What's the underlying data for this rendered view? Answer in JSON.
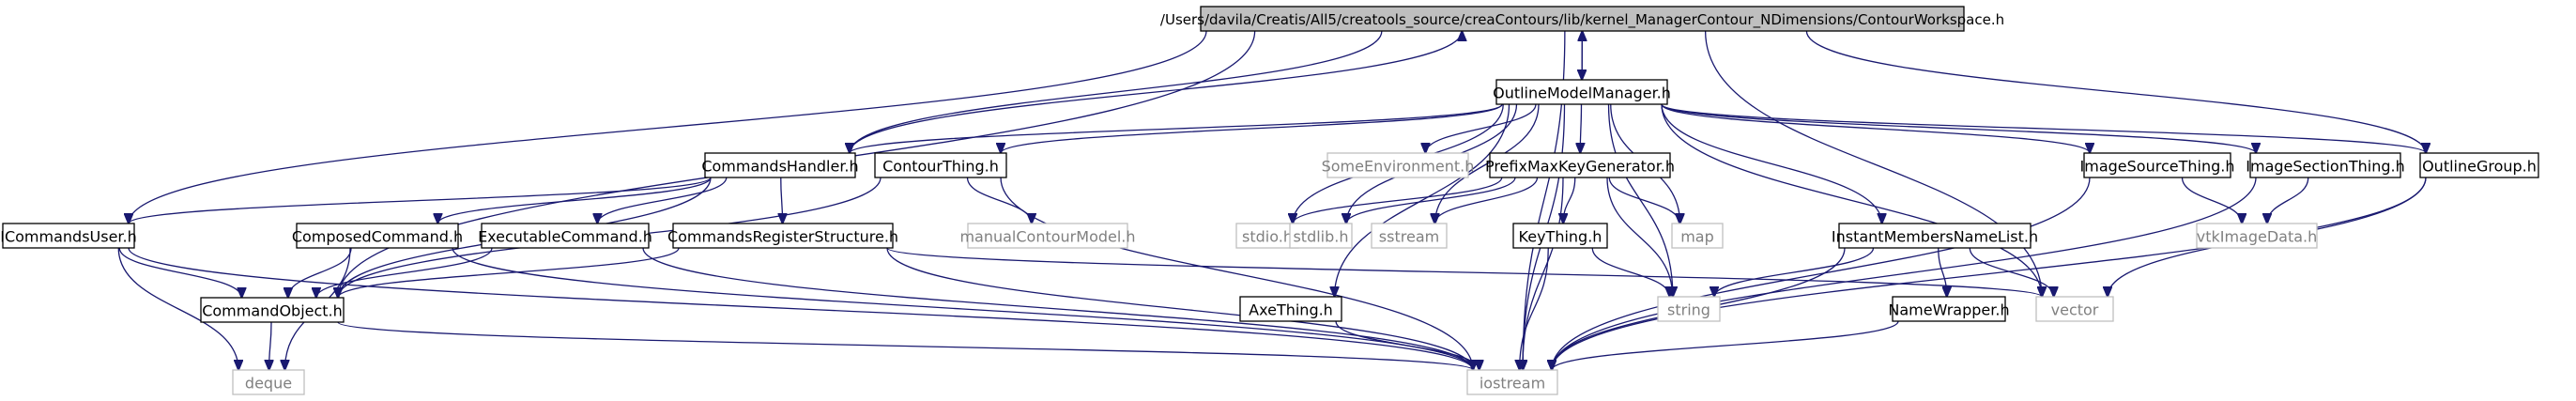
{
  "diagram": {
    "colors": {
      "edge": "#191970",
      "node_border": "#000000",
      "external_border": "#bfbfbf",
      "external_text": "#808080",
      "root_fill": "#bfbfbf",
      "text": "#000000"
    },
    "nodes": [
      {
        "id": "root",
        "label": "/Users/davila/Creatis/All5/creatools_source/creaContours/lib/kernel_ManagerContour_NDimensions/ContourWorkspace.h",
        "kind": "root"
      },
      {
        "id": "icommandsuser",
        "label": "ICommandsUser.h",
        "kind": "local"
      },
      {
        "id": "deque",
        "label": "deque",
        "kind": "external"
      },
      {
        "id": "iostream",
        "label": "iostream",
        "kind": "external"
      },
      {
        "id": "commandobject",
        "label": "CommandObject.h",
        "kind": "local"
      },
      {
        "id": "commandshandler",
        "label": "CommandsHandler.h",
        "kind": "local"
      },
      {
        "id": "contourthing",
        "label": "ContourThing.h",
        "kind": "local"
      },
      {
        "id": "manualcontourmodel",
        "label": "manualContourModel.h",
        "kind": "external"
      },
      {
        "id": "composedcommand",
        "label": "ComposedCommand.h",
        "kind": "local"
      },
      {
        "id": "executablecommand",
        "label": "ExecutableCommand.h",
        "kind": "local"
      },
      {
        "id": "commandsregister",
        "label": "CommandsRegisterStructure.h",
        "kind": "local"
      },
      {
        "id": "outlinemodelmanager",
        "label": "OutlineModelManager.h",
        "kind": "local"
      },
      {
        "id": "someenvironment",
        "label": "SomeEnvironment.h",
        "kind": "external"
      },
      {
        "id": "stdio",
        "label": "stdio.h",
        "kind": "external"
      },
      {
        "id": "stdlib",
        "label": "stdlib.h",
        "kind": "external"
      },
      {
        "id": "sstream",
        "label": "sstream",
        "kind": "external"
      },
      {
        "id": "prefixmax",
        "label": "PrefixMaxKeyGenerator.h",
        "kind": "local"
      },
      {
        "id": "map",
        "label": "map",
        "kind": "external"
      },
      {
        "id": "keything",
        "label": "KeyThing.h",
        "kind": "local"
      },
      {
        "id": "string",
        "label": "string",
        "kind": "external"
      },
      {
        "id": "axething",
        "label": "AxeThing.h",
        "kind": "local"
      },
      {
        "id": "instantmembers",
        "label": "InstantMembersNameList.h",
        "kind": "local"
      },
      {
        "id": "namewrapper",
        "label": "NameWrapper.h",
        "kind": "local"
      },
      {
        "id": "vector",
        "label": "vector",
        "kind": "external"
      },
      {
        "id": "imagesourcething",
        "label": "ImageSourceThing.h",
        "kind": "local"
      },
      {
        "id": "imagesectionthing",
        "label": "ImageSectionThing.h",
        "kind": "local"
      },
      {
        "id": "vtkimagedata",
        "label": "vtkImageData.h",
        "kind": "external"
      },
      {
        "id": "outlinegroup",
        "label": "OutlineGroup.h",
        "kind": "local"
      }
    ],
    "edges": [
      [
        "root",
        "icommandsuser"
      ],
      [
        "root",
        "commandobject"
      ],
      [
        "root",
        "commandshandler"
      ],
      [
        "root",
        "outlinemodelmanager"
      ],
      [
        "root",
        "vector"
      ],
      [
        "root",
        "outlinegroup"
      ],
      [
        "root",
        "iostream"
      ],
      [
        "icommandsuser",
        "commandobject"
      ],
      [
        "icommandsuser",
        "deque"
      ],
      [
        "icommandsuser",
        "iostream"
      ],
      [
        "commandobject",
        "deque"
      ],
      [
        "commandobject",
        "iostream"
      ],
      [
        "commandshandler",
        "icommandsuser"
      ],
      [
        "commandshandler",
        "commandobject"
      ],
      [
        "commandshandler",
        "commandsregister"
      ],
      [
        "commandshandler",
        "composedcommand"
      ],
      [
        "commandshandler",
        "executablecommand"
      ],
      [
        "commandshandler",
        "root"
      ],
      [
        "composedcommand",
        "commandobject"
      ],
      [
        "composedcommand",
        "deque"
      ],
      [
        "composedcommand",
        "iostream"
      ],
      [
        "executablecommand",
        "commandobject"
      ],
      [
        "executablecommand",
        "iostream"
      ],
      [
        "commandsregister",
        "commandobject"
      ],
      [
        "commandsregister",
        "vector"
      ],
      [
        "commandsregister",
        "iostream"
      ],
      [
        "outlinemodelmanager",
        "root"
      ],
      [
        "outlinemodelmanager",
        "commandshandler"
      ],
      [
        "outlinemodelmanager",
        "contourthing"
      ],
      [
        "outlinemodelmanager",
        "someenvironment"
      ],
      [
        "outlinemodelmanager",
        "prefixmax"
      ],
      [
        "outlinemodelmanager",
        "imagesourcething"
      ],
      [
        "outlinemodelmanager",
        "imagesectionthing"
      ],
      [
        "outlinemodelmanager",
        "outlinegroup"
      ],
      [
        "outlinemodelmanager",
        "axething"
      ],
      [
        "outlinemodelmanager",
        "stdio"
      ],
      [
        "outlinemodelmanager",
        "stdlib"
      ],
      [
        "outlinemodelmanager",
        "sstream"
      ],
      [
        "outlinemodelmanager",
        "map"
      ],
      [
        "outlinemodelmanager",
        "string"
      ],
      [
        "outlinemodelmanager",
        "iostream"
      ],
      [
        "outlinemodelmanager",
        "instantmembers"
      ],
      [
        "outlinemodelmanager",
        "vector"
      ],
      [
        "contourthing",
        "manualcontourmodel"
      ],
      [
        "contourthing",
        "commandobject"
      ],
      [
        "contourthing",
        "iostream"
      ],
      [
        "prefixmax",
        "stdio"
      ],
      [
        "prefixmax",
        "stdlib"
      ],
      [
        "prefixmax",
        "sstream"
      ],
      [
        "prefixmax",
        "map"
      ],
      [
        "prefixmax",
        "keything"
      ],
      [
        "prefixmax",
        "string"
      ],
      [
        "prefixmax",
        "iostream"
      ],
      [
        "keything",
        "string"
      ],
      [
        "keything",
        "iostream"
      ],
      [
        "axething",
        "iostream"
      ],
      [
        "instantmembers",
        "namewrapper"
      ],
      [
        "instantmembers",
        "string"
      ],
      [
        "instantmembers",
        "vector"
      ],
      [
        "instantmembers",
        "iostream"
      ],
      [
        "namewrapper",
        "iostream"
      ],
      [
        "imagesourcething",
        "vtkimagedata"
      ],
      [
        "imagesourcething",
        "iostream"
      ],
      [
        "imagesectionthing",
        "vtkimagedata"
      ],
      [
        "imagesectionthing",
        "iostream"
      ],
      [
        "outlinegroup",
        "vector"
      ],
      [
        "outlinegroup",
        "iostream"
      ]
    ]
  }
}
